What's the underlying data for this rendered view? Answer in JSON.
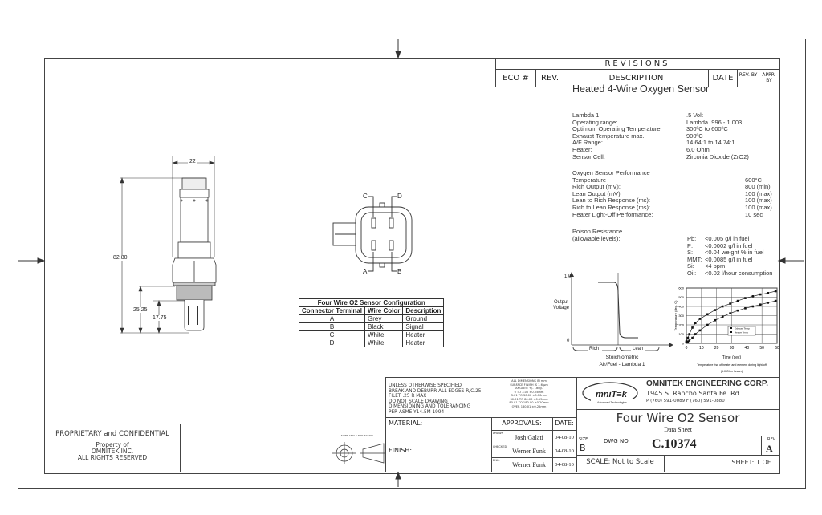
{
  "revisions": {
    "title": "REVISIONS",
    "columns": [
      "ECO #",
      "REV.",
      "DESCRIPTION",
      "DATE",
      "REV. BY",
      "APPR. BY"
    ]
  },
  "product_title": "Heated 4-Wire Oxygen Sensor",
  "specs": [
    {
      "label": "Lambda 1:",
      "value": ".5 Volt"
    },
    {
      "label": "Operating range:",
      "value": "Lambda .996 - 1.003"
    },
    {
      "label": "Optimum Operating Temperature:",
      "value": "300ºC to 600ºC"
    },
    {
      "label": "Exhaust Temperature max.:",
      "value": "900ºC"
    },
    {
      "label": "A/F Range:",
      "value": "14.64:1 to 14.74:1"
    },
    {
      "label": "Heater:",
      "value": "6.0 Ohm"
    },
    {
      "label": "Sensor Cell:",
      "value": "Zirconia Dioxide (ZrO2)"
    }
  ],
  "performance": {
    "heading": "Oxygen Sensor Performance",
    "items": [
      {
        "label": "Temperature",
        "value": "600°C"
      },
      {
        "label": "Rich Output (mV):",
        "value": "800 (min)"
      },
      {
        "label": "Lean Output (mV)",
        "value": "100 (max)"
      },
      {
        "label": "Lean to Rich Response (ms):",
        "value": "100 (max)"
      },
      {
        "label": "Rich to Lean Response (ms):",
        "value": "100 (max)"
      },
      {
        "label": "Heater Light-Off Performance:",
        "value": "10 sec"
      }
    ]
  },
  "poison": {
    "heading": "Poison Resistance",
    "subheading": "(allowable levels):",
    "items": [
      {
        "el": "Pb:",
        "value": "<0.005 g/l in fuel"
      },
      {
        "el": "P:",
        "value": "<0.0002 g/l in fuel"
      },
      {
        "el": "S:",
        "value": "<0.04 weight % in fuel"
      },
      {
        "el": "MMT:",
        "value": "<0.0085 g/l in fuel"
      },
      {
        "el": "Si:",
        "value": "<4 ppm"
      },
      {
        "el": "Oil:",
        "value": "<0.02 l/hour consumption"
      }
    ]
  },
  "voltage_plot": {
    "ylabel": "Output Voltage",
    "y_top": "1.0",
    "y_bottom": "0",
    "rich": "Rich",
    "lean": "Lean",
    "xlabel_1": "Stoichiometric",
    "xlabel_2": "Air/Fuel - Lambda 1"
  },
  "chart_data": {
    "type": "line",
    "xlabel": "Time (sec)",
    "ylabel": "Temperature (deg. C)",
    "caption_1": "Temperature rise of heater and element during light-off",
    "caption_2": "(6.0 Ohm heater)",
    "xlim": [
      0,
      60
    ],
    "ylim": [
      0,
      600
    ],
    "x_ticks": [
      0,
      10,
      20,
      30,
      40,
      50,
      60
    ],
    "y_ticks": [
      0,
      100,
      200,
      300,
      400,
      500,
      600
    ],
    "grid": true,
    "legend": "center-right",
    "series": [
      {
        "name": "Exhaust Temp",
        "x": [
          0,
          1,
          2,
          4,
          6,
          9,
          14,
          19,
          24,
          29,
          34,
          39,
          44,
          49,
          54,
          59
        ],
        "values": [
          20,
          60,
          100,
          170,
          220,
          265,
          315,
          360,
          400,
          430,
          460,
          490,
          510,
          530,
          545,
          565
        ]
      },
      {
        "name": "Heater Temp",
        "x": [
          0,
          1,
          2,
          4,
          6,
          9,
          14,
          19,
          24,
          29,
          34,
          39,
          44,
          49,
          54,
          59
        ],
        "values": [
          10,
          20,
          30,
          60,
          100,
          140,
          200,
          250,
          290,
          325,
          355,
          380,
          400,
          420,
          440,
          460
        ]
      }
    ]
  },
  "dimensions": {
    "width": "22",
    "overall": "82.80",
    "thread": "25.25",
    "tip": "17.75"
  },
  "connector_labels": [
    "A",
    "B",
    "C",
    "D"
  ],
  "config_table": {
    "title": "Four Wire O2 Sensor Configuration",
    "headers": [
      "Connector Terminal",
      "Wire Color",
      "Description"
    ],
    "rows": [
      [
        "A",
        "Grey",
        "Ground"
      ],
      [
        "B",
        "Black",
        "Signal"
      ],
      [
        "C",
        "White",
        "Heater"
      ],
      [
        "D",
        "White",
        "Heater"
      ]
    ]
  },
  "proprietary": {
    "line1": "PROPRIETARY and CONFIDENTIAL",
    "line2": "Property of",
    "line3": "OMNITEK INC.",
    "line4": "ALL RIGHTS RESERVED"
  },
  "projection_label": "THIRD ANGLE PROJECTION",
  "title_block": {
    "notes": [
      "UNLESS OTHERWISE SPECIFIED",
      "BREAK AND DEBURR ALL EDGES R/C.25",
      "FILET .25 R MAX",
      "DO NOT SCALE DRAWING",
      "DIMENSIONING AND TOLERANCING",
      "PER ASME Y14.5M 1994"
    ],
    "tolerances": [
      "ALL DIMENSIONS IN mm",
      "SURFACE FINISH IS 1.6 µm",
      "ANGLES: +/- 1deg.",
      "0 TO 3.00 ±0.05mm",
      "3.01 TO 30.00 ±0.10mm",
      "30.01 TO 80.00 ±0.15mm",
      "80.01 TO 180.00 ±0.20mm",
      "OVER 180.01 ±0.25mm"
    ],
    "material_label": "MATERIAL:",
    "finish_label": "FINISH:",
    "approvals_label": "APPROVALS:",
    "date_label": "DATE:",
    "approvals": [
      {
        "role": "DRAWN",
        "name": "Josh Galati",
        "date": "04-08-10"
      },
      {
        "role": "CHECKED",
        "name": "Werner Funk",
        "date": "04-08-10"
      },
      {
        "role": "ENG.",
        "name": "Werner Funk",
        "date": "04-08-10"
      }
    ],
    "logo_text": "OmniTek",
    "logo_sub": "Advanced Technologies",
    "company": "OMNITEK ENGINEERING CORP.",
    "address": "1945 S. Rancho Santa Fe. Rd.",
    "phone": "P (760) 591-0089  F (760) 591-0880",
    "drawing_title": "Four Wire O2 Sensor",
    "drawing_subtitle": "Data Sheet",
    "size_label": "SIZE",
    "size": "B",
    "dwg_label": "DWG NO.",
    "dwg_no": "C.10374",
    "rev_label": "REV",
    "rev": "A",
    "scale": "SCALE: Not to Scale",
    "sheet": "SHEET: 1 OF 1"
  }
}
